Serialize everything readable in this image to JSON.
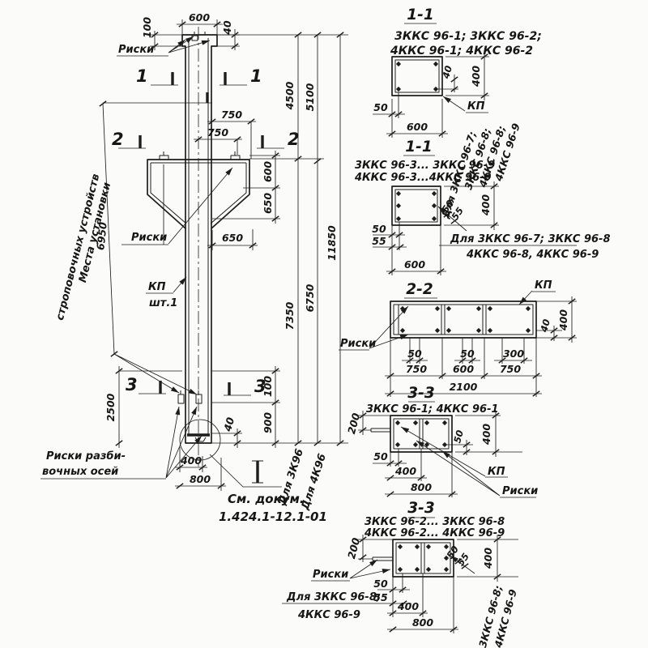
{
  "elev": {
    "riski_top": "Риски",
    "d600_top": "600",
    "d100_top": "100",
    "d40_top": "40",
    "m1": "1",
    "m2": "2",
    "m3": "3",
    "d750a": "750",
    "d750b": "750",
    "d600_console": "600",
    "d650_console": "650",
    "d650_below": "650",
    "d6950": "6950",
    "strop1": "Места установки",
    "strop2": "строповочных устройств",
    "riski_mid": "Риски",
    "kp": "КП",
    "kp_qty": "шт.1",
    "d2500": "2500",
    "d100_bot": "100",
    "d900_bot": "900",
    "d40_bot": "40",
    "d400_bot": "400",
    "d800_bot": "800",
    "riski_axes1": "Риски разби-",
    "riski_axes2": "вочных осей",
    "detail_mark": "I",
    "see_doc1": "См. докум.",
    "see_doc2": "1.424.1-12.1-01",
    "d4500": "4500",
    "d5100": "5100",
    "d7350": "7350",
    "d6750": "6750",
    "d11850": "11850",
    "for3": "Для 3К96",
    "for4": "Для 4К96"
  },
  "s11a": {
    "title": "1-1",
    "models1": "3ККС 96-1; 3ККС 96-2;",
    "models2": "4ККС 96-1; 4ККС 96-2",
    "d50": "50",
    "d40": "40",
    "d400": "400",
    "d600": "600",
    "kp": "КП"
  },
  "s11b": {
    "title": "1-1",
    "models1": "3ККС 96-3... 3ККС 96-9",
    "models2": "4ККС 96-3...4ККС 96-9",
    "d50l": "50",
    "d55l": "55",
    "d50r": "50",
    "d55r": "55",
    "d400": "400",
    "d600": "600",
    "rot1": "Для 3ККС 96-7;",
    "rot2": "3ККС 96-8;",
    "rot3": "4ККС 96-8;",
    "rot4": "4ККС 96-9",
    "note1": "Для 3ККС 96-7; 3ККС 96-8",
    "note2": "4ККС 96-8, 4ККС 96-9"
  },
  "s22": {
    "title": "2-2",
    "kp": "КП",
    "riski": "Риски",
    "d50a": "50",
    "d50b": "50",
    "d300": "300",
    "d750a": "750",
    "d600": "600",
    "d750b": "750",
    "d2100": "2100",
    "d40": "40",
    "d400": "400"
  },
  "s33a": {
    "title": "3-3",
    "models": "3ККС 96-1; 4ККС 96-1",
    "d200": "200",
    "d50l": "50",
    "d400b": "400",
    "d800": "800",
    "d50r": "50",
    "d400r": "400",
    "kp": "КП",
    "riski": "Риски"
  },
  "s33b": {
    "title": "3-3",
    "models1": "3ККС 96-2... 3ККС 96-8",
    "models2": "4ККС 96-2... 4ККС 96-9",
    "riski": "Риски",
    "note1": "Для 3ККС 96-8;",
    "note2": "4ККС 96-9",
    "d200": "200",
    "d50l": "50",
    "d55l": "55",
    "d400b": "400",
    "d800": "800",
    "d50r": "50",
    "d55r": "55",
    "d400r": "400",
    "rot1": "3ККС 96-8;",
    "rot2": "4ККС 96-9"
  }
}
